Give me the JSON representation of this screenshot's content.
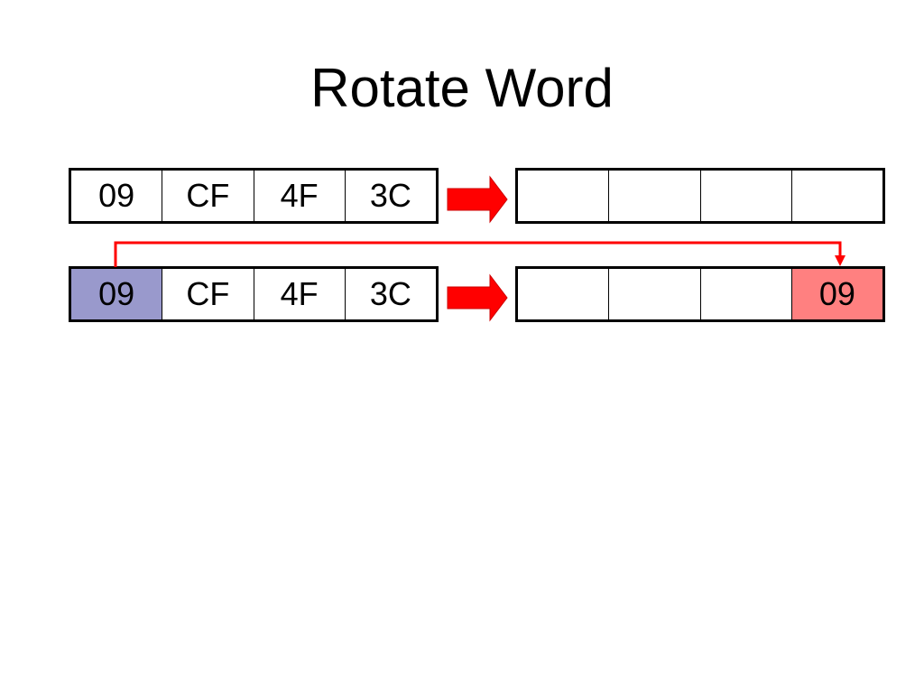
{
  "slide": {
    "title": "Rotate Word"
  },
  "rows": [
    {
      "input": [
        {
          "text": "09",
          "fill": "#ffffff"
        },
        {
          "text": "CF",
          "fill": "#ffffff"
        },
        {
          "text": "4F",
          "fill": "#ffffff"
        },
        {
          "text": "3C",
          "fill": "#ffffff"
        }
      ],
      "output": [
        {
          "text": "",
          "fill": "#ffffff"
        },
        {
          "text": "",
          "fill": "#ffffff"
        },
        {
          "text": "",
          "fill": "#ffffff"
        },
        {
          "text": "",
          "fill": "#ffffff"
        }
      ]
    },
    {
      "input": [
        {
          "text": "09",
          "fill": "#9999cc"
        },
        {
          "text": "CF",
          "fill": "#ffffff"
        },
        {
          "text": "4F",
          "fill": "#ffffff"
        },
        {
          "text": "3C",
          "fill": "#ffffff"
        }
      ],
      "output": [
        {
          "text": "",
          "fill": "#ffffff"
        },
        {
          "text": "",
          "fill": "#ffffff"
        },
        {
          "text": "",
          "fill": "#ffffff"
        },
        {
          "text": "09",
          "fill": "#ff8080"
        }
      ]
    }
  ],
  "colors": {
    "arrow": "#ff0000",
    "arrow_stroke": "#cc0000",
    "connector": "#ff0000",
    "border": "#000000"
  },
  "icons": {
    "transform_arrow": "right-block-arrow-icon",
    "rotation_connector": "bent-arrow-connector"
  }
}
